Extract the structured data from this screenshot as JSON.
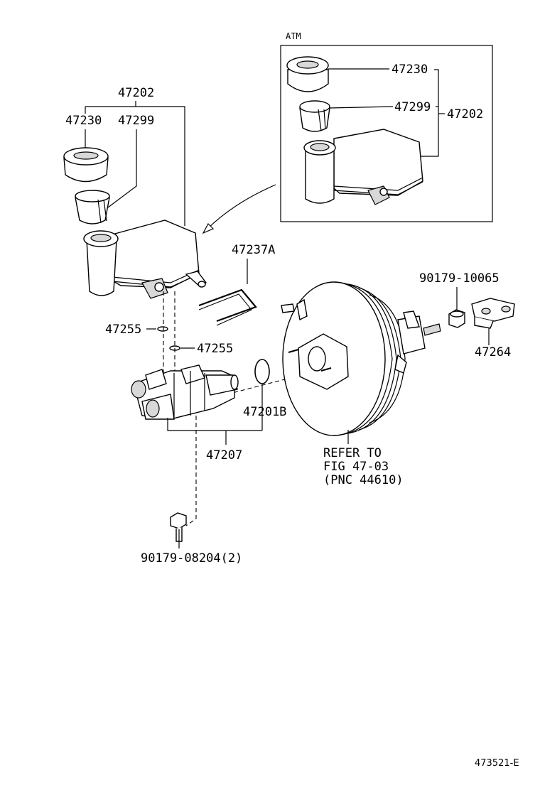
{
  "inset": {
    "title": "ATM",
    "labels": {
      "cap": "47230",
      "strainer": "47299",
      "reservoir": "47202"
    }
  },
  "labels": {
    "reservoir": "47202",
    "cap": "47230",
    "strainer": "47299",
    "pin": "47237A",
    "grommet_upper": "47255",
    "grommet_lower": "47255",
    "oring": "47201B",
    "master_cylinder": "47207",
    "bolt": "90179-08204(2)",
    "nut": "90179-10065",
    "bracket": "47264",
    "booster_ref": [
      "REFER TO",
      "FIG 47-03",
      "(PNC 44610)"
    ]
  },
  "footer": {
    "code": "473521-E"
  },
  "icons": [
    "reservoir-cap-icon",
    "strainer-icon",
    "reservoir-tank-icon",
    "master-cylinder-icon",
    "brake-booster-icon",
    "bolt-icon",
    "nut-icon",
    "bracket-icon",
    "pin-icon",
    "o-ring-icon",
    "grommet-icon",
    "arrow-icon"
  ]
}
